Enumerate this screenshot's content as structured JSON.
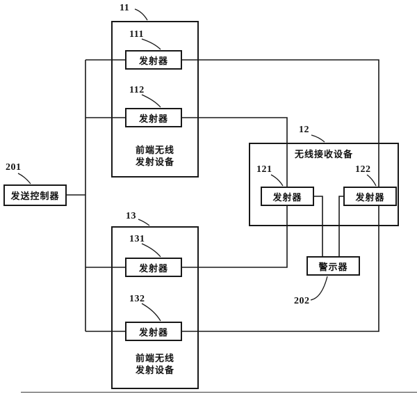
{
  "figure": {
    "controller": {
      "ref": "201",
      "label": "发送控制器"
    },
    "frontend_top": {
      "ref": "11",
      "caption_line1": "前端无线",
      "caption_line2": "发射设备",
      "transmitters": [
        {
          "ref": "111",
          "label": "发射器"
        },
        {
          "ref": "112",
          "label": "发射器"
        }
      ]
    },
    "frontend_bottom": {
      "ref": "13",
      "caption_line1": "前端无线",
      "caption_line2": "发射设备",
      "transmitters": [
        {
          "ref": "131",
          "label": "发射器"
        },
        {
          "ref": "132",
          "label": "发射器"
        }
      ]
    },
    "receiver_device": {
      "ref": "12",
      "caption": "无线接收设备",
      "units": [
        {
          "ref": "121",
          "label": "发射器"
        },
        {
          "ref": "122",
          "label": "发射器"
        }
      ]
    },
    "alarm": {
      "ref": "202",
      "label": "警示器"
    },
    "line_color": "#181818"
  }
}
